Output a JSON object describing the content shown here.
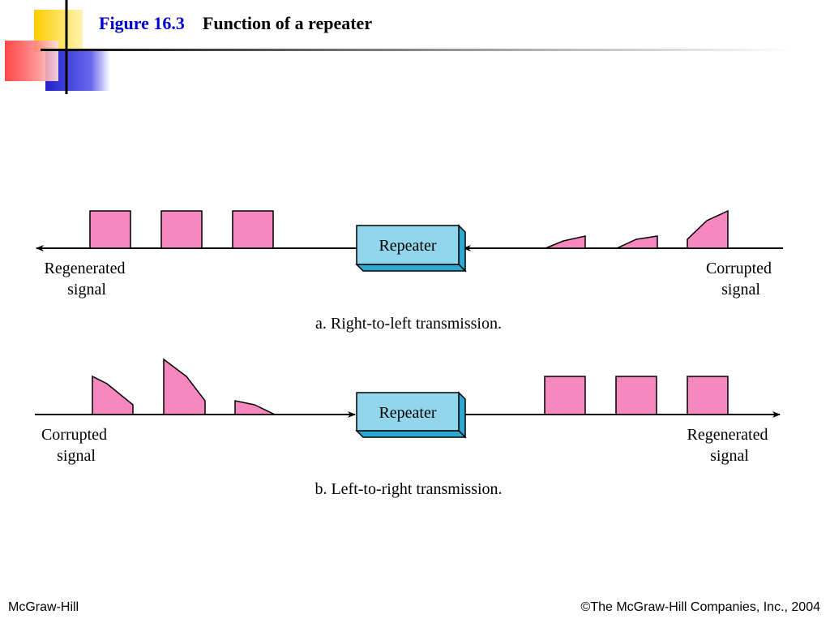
{
  "header": {
    "figure_number": "Figure 16.3",
    "figure_title": "Function of a repeater"
  },
  "diagram": {
    "repeater_label": "Repeater",
    "part_a": {
      "caption": "a. Right-to-left transmission.",
      "left_label": [
        "Regenerated",
        "signal"
      ],
      "right_label": [
        "Corrupted",
        "signal"
      ]
    },
    "part_b": {
      "caption": "b. Left-to-right transmission.",
      "left_label": [
        "Corrupted",
        "signal"
      ],
      "right_label": [
        "Regenerated",
        "signal"
      ]
    },
    "colors": {
      "pulse": "#f787bf",
      "repeater_face": "#92d6ec",
      "repeater_side": "#2ba9d3"
    }
  },
  "footer": {
    "left": "McGraw-Hill",
    "right": "©The McGraw-Hill Companies, Inc., 2004"
  }
}
